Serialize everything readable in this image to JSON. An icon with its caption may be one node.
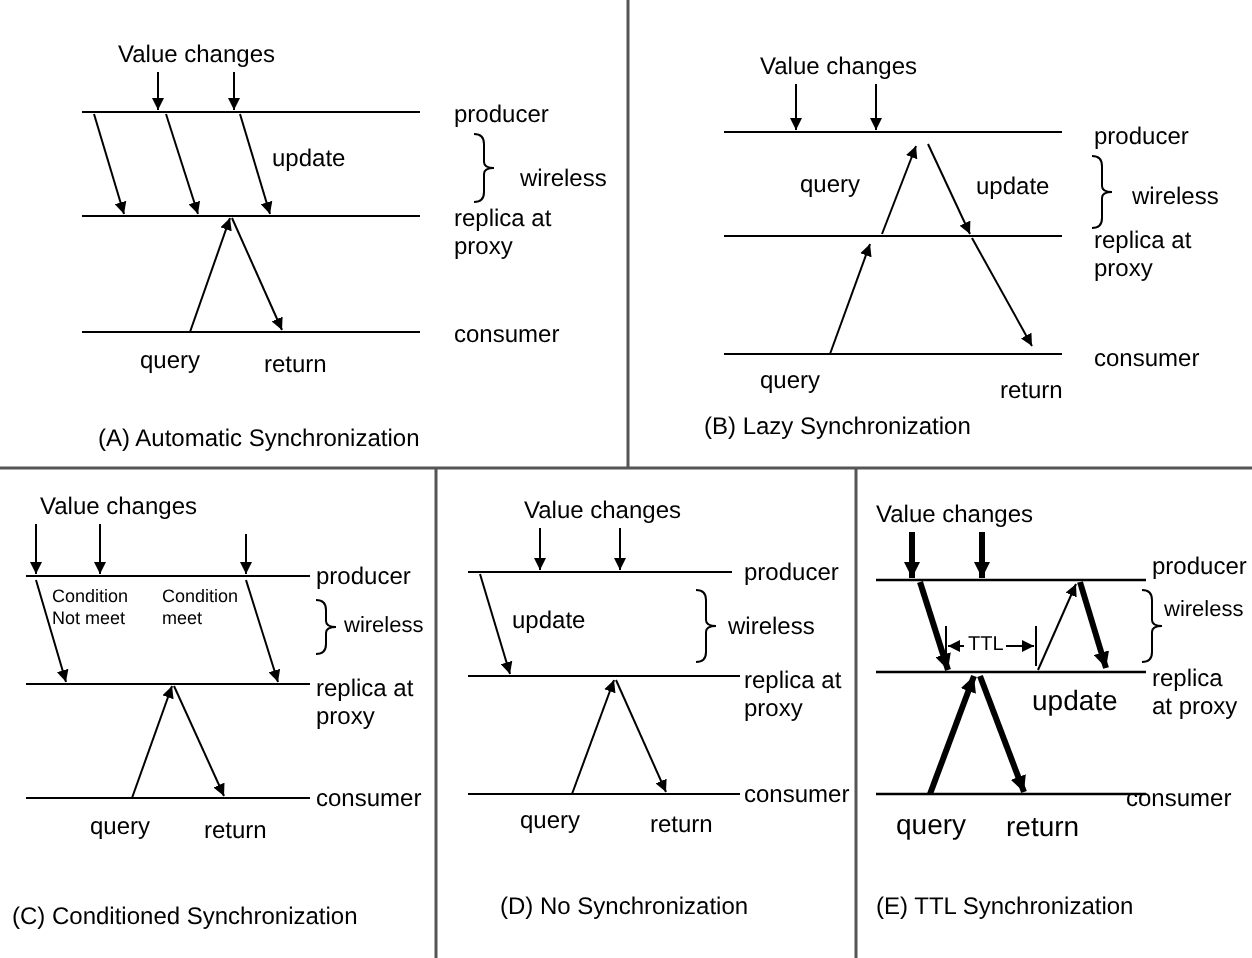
{
  "diagram": {
    "nodes": [
      {
        "text": [
          "Value changes"
        ]
      },
      {
        "text": [],
        "shape": "bar",
        "beside": [
          "producer"
        ]
      },
      {
        "text": [],
        "shape": "bar",
        "beside": [
          "replica at proxy"
        ]
      },
      {
        "text": [],
        "shape": "bar",
        "beside": [
          "consumer"
        ]
      },
      {
        "text": [
          "Value changes"
        ]
      },
      {
        "text": [],
        "shape": "bar",
        "beside": [
          "producer"
        ]
      },
      {
        "text": [],
        "shape": "bar",
        "beside": [
          "replica at proxy"
        ]
      },
      {
        "text": [],
        "shape": "bar",
        "beside": [
          "consumer"
        ]
      },
      {
        "text": [
          "Value changes"
        ]
      },
      {
        "text": [],
        "shape": "bar",
        "beside": [
          "producer"
        ]
      },
      {
        "text": [],
        "shape": "bar",
        "beside": [
          "replica at proxy"
        ]
      },
      {
        "text": [],
        "shape": "bar",
        "beside": [
          "consumer"
        ]
      },
      {
        "text": [
          "Value changes"
        ]
      },
      {
        "text": [],
        "shape": "bar",
        "beside": [
          "producer"
        ]
      },
      {
        "text": [],
        "shape": "bar",
        "beside": [
          "replica at proxy"
        ]
      },
      {
        "text": [],
        "shape": "bar",
        "beside": [
          "consumer"
        ]
      },
      {
        "text": [
          "Value changes"
        ]
      },
      {
        "text": [],
        "shape": "bar",
        "beside": [
          "producer"
        ]
      },
      {
        "text": [],
        "shape": "bar",
        "beside": [
          "replica at proxy"
        ]
      },
      {
        "text": [],
        "shape": "bar",
        "beside": [
          "consumer"
        ]
      }
    ],
    "edges": [
      {
        "from": 0,
        "to": 1,
        "arrow": "to"
      },
      {
        "from": 0,
        "to": 1,
        "arrow": "to"
      },
      {
        "from": 1,
        "to": 2,
        "arrow": "to"
      },
      {
        "from": 1,
        "to": 2,
        "arrow": "to"
      },
      {
        "from": 1,
        "to": 2,
        "arrow": "to",
        "label": "update"
      },
      {
        "from": 3,
        "to": 2,
        "arrow": "to",
        "label": "query"
      },
      {
        "from": 2,
        "to": 3,
        "arrow": "to",
        "label": "return"
      },
      {
        "from": 4,
        "to": 5,
        "arrow": "to"
      },
      {
        "from": 4,
        "to": 5,
        "arrow": "to"
      },
      {
        "from": 7,
        "to": 6,
        "arrow": "to",
        "label": "query"
      },
      {
        "from": 6,
        "to": 5,
        "arrow": "to",
        "label": "query"
      },
      {
        "from": 5,
        "to": 6,
        "arrow": "to",
        "label": "update"
      },
      {
        "from": 6,
        "to": 7,
        "arrow": "to",
        "label": "return"
      },
      {
        "from": 8,
        "to": 9,
        "arrow": "to"
      },
      {
        "from": 8,
        "to": 9,
        "arrow": "to"
      },
      {
        "from": null,
        "to": 9,
        "arrow": "to"
      },
      {
        "from": 9,
        "to": 10,
        "arrow": "to"
      },
      {
        "from": 9,
        "to": 10,
        "arrow": "to"
      },
      {
        "from": 11,
        "to": 10,
        "arrow": "to",
        "label": "query"
      },
      {
        "from": 10,
        "to": 11,
        "arrow": "to",
        "label": "return"
      },
      {
        "from": 12,
        "to": 13,
        "arrow": "to"
      },
      {
        "from": 12,
        "to": 13,
        "arrow": "to"
      },
      {
        "from": 13,
        "to": 14,
        "arrow": "to",
        "label": "update"
      },
      {
        "from": 15,
        "to": 14,
        "arrow": "to",
        "label": "query"
      },
      {
        "from": 14,
        "to": 15,
        "arrow": "to",
        "label": "return"
      },
      {
        "from": 16,
        "to": 17,
        "arrow": "to",
        "style": "thick"
      },
      {
        "from": 16,
        "to": 17,
        "arrow": "to",
        "style": "thick"
      },
      {
        "from": 17,
        "to": 18,
        "arrow": "to",
        "style": "thick"
      },
      {
        "from": 18,
        "to": 17,
        "arrow": "to"
      },
      {
        "from": 17,
        "to": 18,
        "arrow": "to",
        "style": "thick",
        "label": "update"
      },
      {
        "from": 19,
        "to": 18,
        "arrow": "to",
        "style": "thick",
        "label": "query"
      },
      {
        "from": 18,
        "to": 19,
        "arrow": "to",
        "style": "thick",
        "label": "return"
      }
    ],
    "labels": [
      "wireless",
      "(A) Automatic Synchronization",
      "wireless",
      "(B) Lazy Synchronization",
      "Condition Not meet",
      "Condition meet",
      "wireless",
      "(C) Conditioned Synchronization",
      "wireless",
      "(D) No Synchronization",
      "TTL",
      "wireless",
      "(E) TTL Synchronization"
    ]
  }
}
